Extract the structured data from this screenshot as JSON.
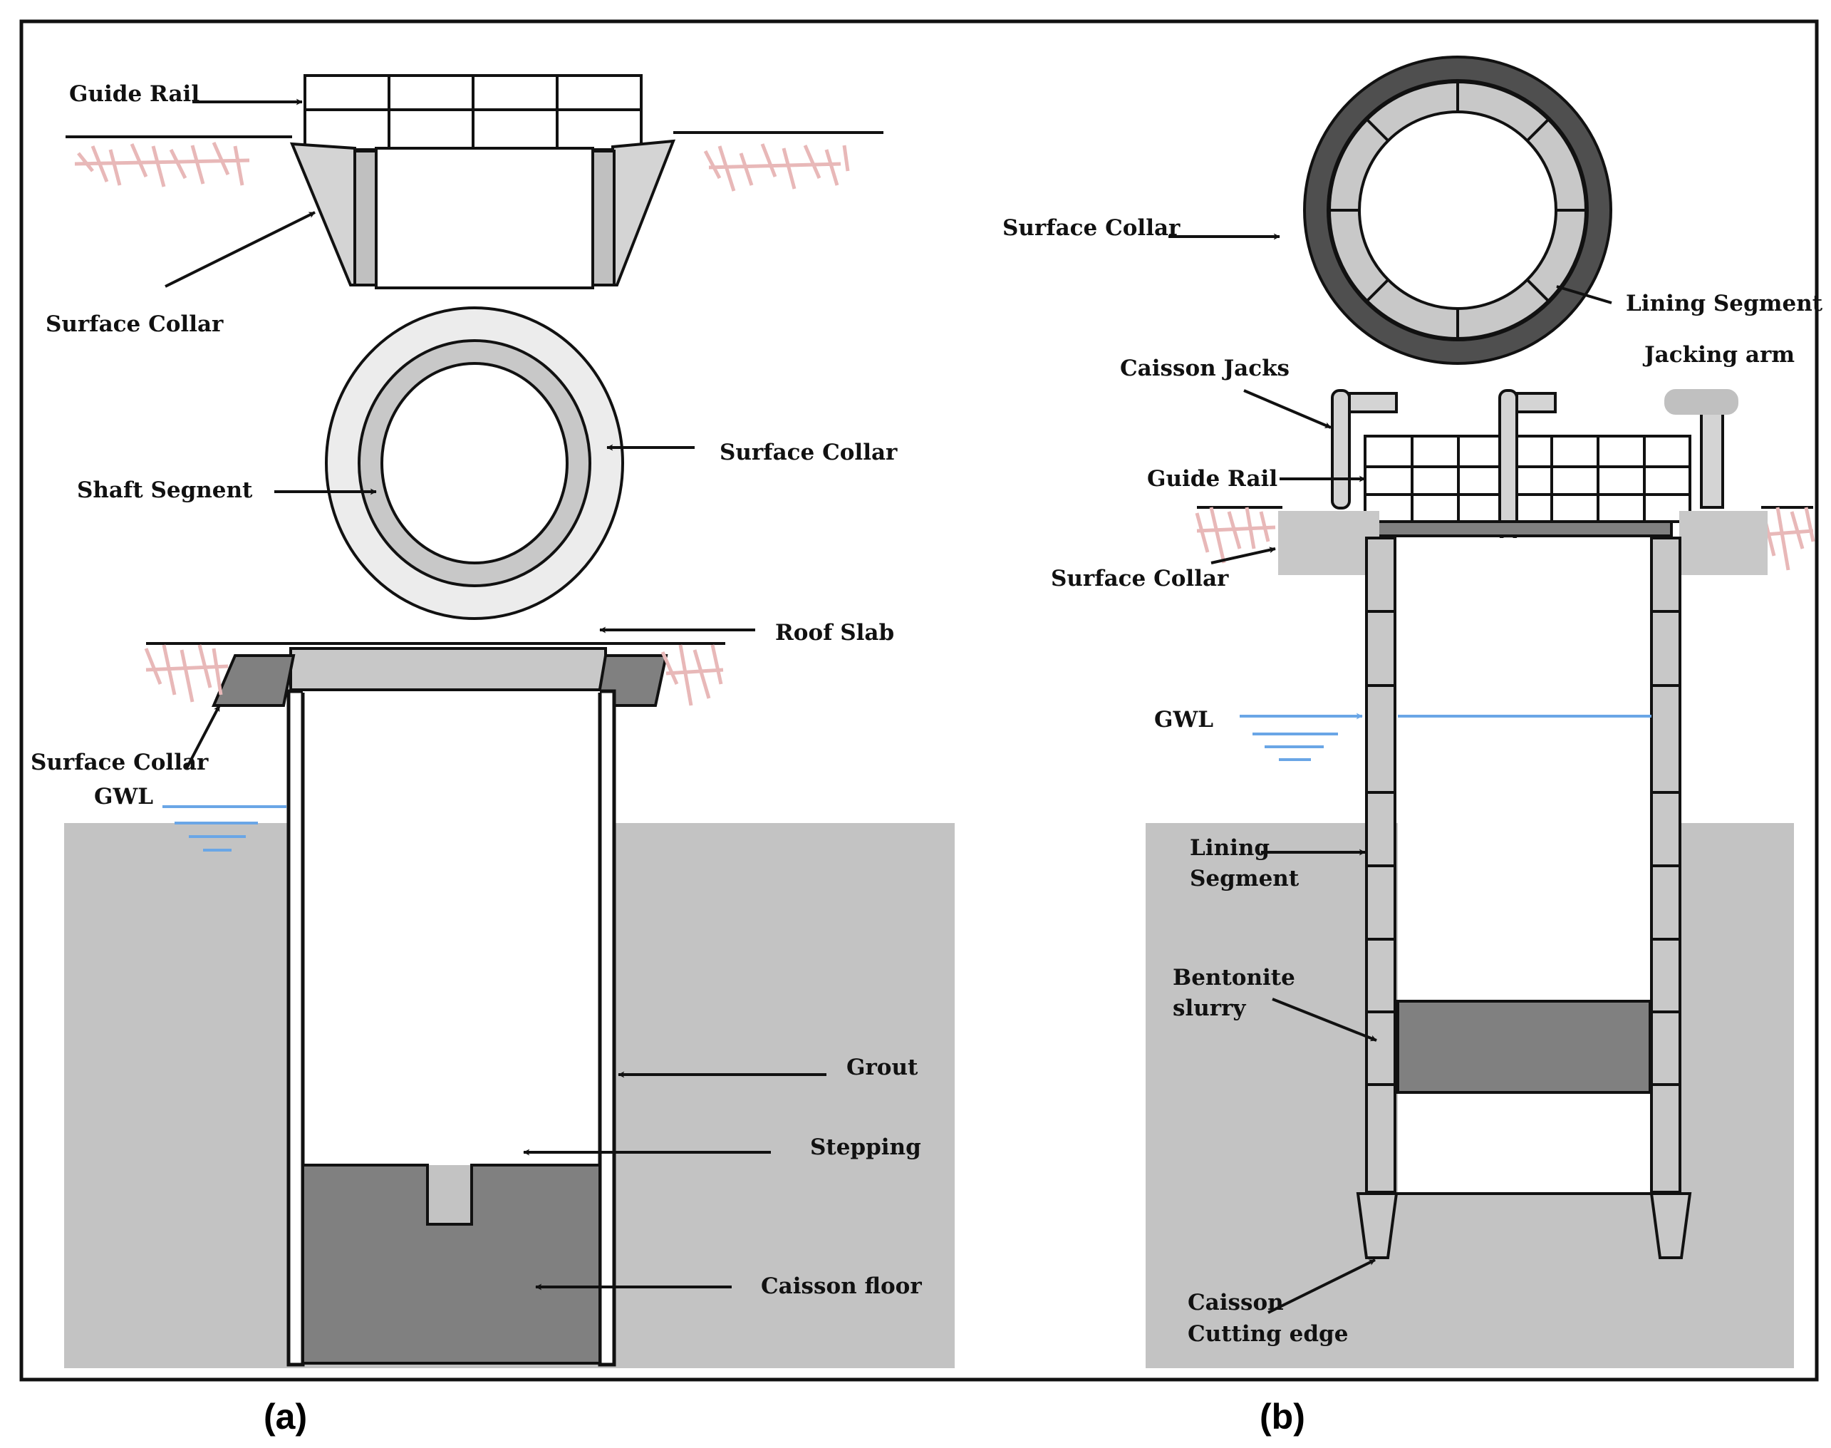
{
  "colors": {
    "soil": "#c3c3c3",
    "concrete_dark": "#808080",
    "concrete_mid": "#c8c8c8",
    "concrete_light": "#e6e6e6",
    "collar_ring_dark": "#5a5a5a",
    "water": "#6aa6e6",
    "grass": "#f0c0c0",
    "line": "#111111"
  },
  "panel_a": {
    "caption": "(a)",
    "labels": {
      "guide_rail": "Guide Rail",
      "surface_collar_top": "Surface Collar",
      "surface_collar_ring": "Surface Collar",
      "shaft_segment": "Shaft Segnent",
      "roof_slab": "Roof Slab",
      "surface_collar_bottom": "Surface Collar",
      "gwl": "GWL",
      "grout": "Grout",
      "stepping": "Stepping",
      "caisson_floor": "Caisson floor"
    }
  },
  "panel_b": {
    "caption": "(b)",
    "labels": {
      "surface_collar_ring": "Surface Collar",
      "lining_segment_ring": "Lining Segment",
      "caisson_jacks": "Caisson Jacks",
      "jacking_arm": "Jacking arm",
      "guide_rail": "Guide Rail",
      "surface_collar": "Surface Collar",
      "gwl": "GWL",
      "lining_segment_line1": "Lining",
      "lining_segment_line2": "Segment",
      "bentonite_line1": "Bentonite",
      "bentonite_line2": "slurry",
      "cutting_edge_line1": "Caisson",
      "cutting_edge_line2": "Cutting edge"
    }
  }
}
